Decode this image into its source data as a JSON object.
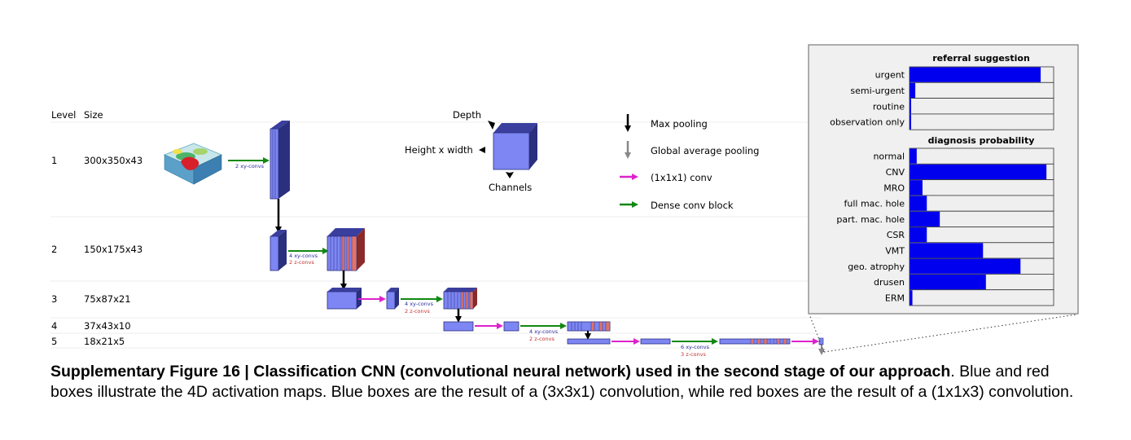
{
  "table_header": {
    "level": "Level",
    "size": "Size"
  },
  "rows": [
    {
      "level": "1",
      "size": "300x350x43"
    },
    {
      "level": "2",
      "size": "150x175x43"
    },
    {
      "level": "3",
      "size": "75x87x21"
    },
    {
      "level": "4",
      "size": "37x43x10"
    },
    {
      "level": "5",
      "size": "18x21x5"
    }
  ],
  "block_labels": {
    "l1": [
      "2 xy-convs"
    ],
    "l2": [
      "4 xy-convs",
      "2 z-convs"
    ],
    "l3": [
      "4 xy-convs",
      "2 z-convs"
    ],
    "l4": [
      "4 xy-convs",
      "2 z-convs"
    ],
    "l5": [
      "6 xy-convs",
      "3 z-convs"
    ]
  },
  "cube_legend": {
    "depth": "Depth",
    "height_width": "Height x width",
    "channels": "Channels"
  },
  "arrow_legend": [
    {
      "label": "Max pooling",
      "color": "#000000"
    },
    {
      "label": "Global average pooling",
      "color": "#888888"
    },
    {
      "label": "(1x1x1) conv",
      "color": "#dd22cc"
    },
    {
      "label": "Dense conv block",
      "color": "#118811"
    }
  ],
  "colors": {
    "blue_box": "#7d86f2",
    "blue_dark": "#3a3f9e",
    "red_box": "#e0736b",
    "bar": "#0000ee",
    "panel_bg": "#f0f0f0"
  },
  "chart_data": [
    {
      "type": "bar",
      "orientation": "horizontal",
      "title": "referral suggestion",
      "categories": [
        "urgent",
        "semi-urgent",
        "routine",
        "observation only"
      ],
      "values": [
        0.91,
        0.04,
        0.01,
        0.01
      ],
      "xlim": [
        0,
        1
      ]
    },
    {
      "type": "bar",
      "orientation": "horizontal",
      "title": "diagnosis probability",
      "categories": [
        "normal",
        "CNV",
        "MRO",
        "full mac. hole",
        "part. mac. hole",
        "CSR",
        "VMT",
        "geo. atrophy",
        "drusen",
        "ERM"
      ],
      "values": [
        0.05,
        0.95,
        0.09,
        0.12,
        0.21,
        0.12,
        0.51,
        0.77,
        0.53,
        0.02
      ],
      "xlim": [
        0,
        1
      ]
    }
  ],
  "caption": {
    "bold": "Supplementary Figure 16 | Classification CNN (convolutional neural network) used in the second stage of our approach",
    "rest": ". Blue and red boxes illustrate the 4D activation maps. Blue boxes are the result of a (3x3x1) convolution, while red boxes are the result of a (1x1x3) convolution."
  }
}
